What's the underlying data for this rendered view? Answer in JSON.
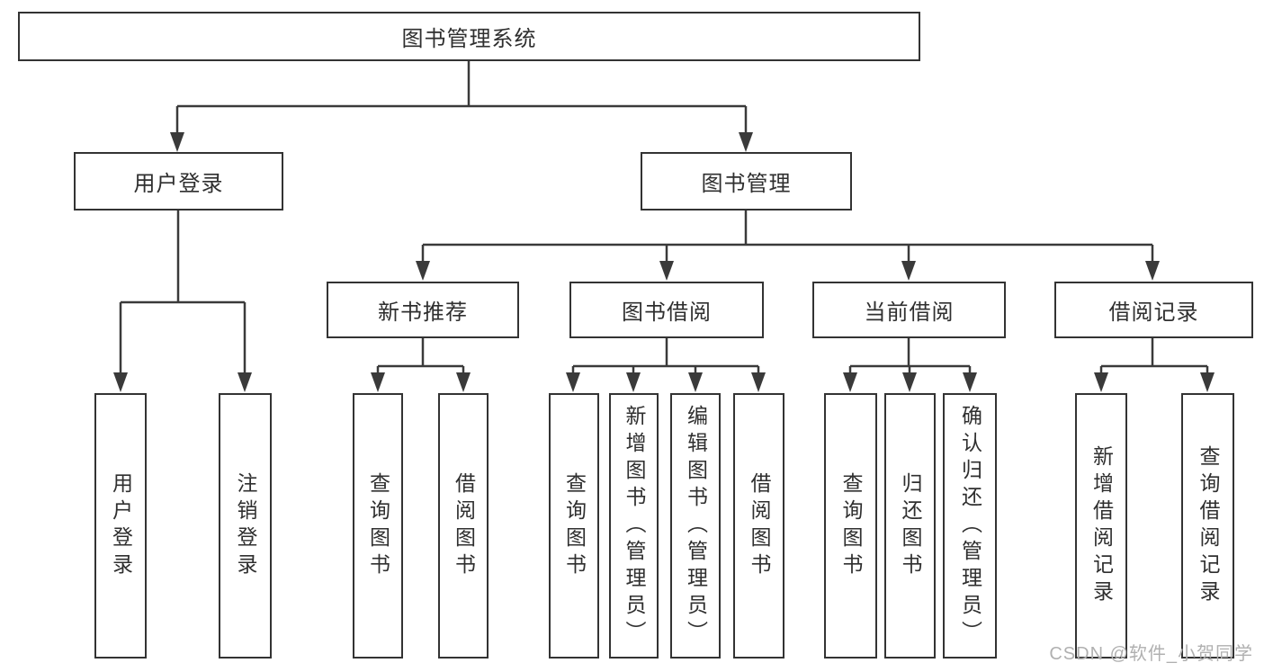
{
  "diagram": {
    "root": {
      "label": "图书管理系统"
    },
    "branches": [
      {
        "label": "用户登录",
        "children": [
          {
            "label": "用户登录"
          },
          {
            "label": "注销登录"
          }
        ]
      },
      {
        "label": "图书管理",
        "children": [
          {
            "label": "新书推荐",
            "children": [
              {
                "label": "查询图书"
              },
              {
                "label": "借阅图书"
              }
            ]
          },
          {
            "label": "图书借阅",
            "children": [
              {
                "label": "查询图书"
              },
              {
                "label": "新增图书（管理员）"
              },
              {
                "label": "编辑图书（管理员）"
              },
              {
                "label": "借阅图书"
              }
            ]
          },
          {
            "label": "当前借阅",
            "children": [
              {
                "label": "查询图书"
              },
              {
                "label": "归还图书"
              },
              {
                "label": "确认归还（管理员）"
              }
            ]
          },
          {
            "label": "借阅记录",
            "children": [
              {
                "label": "新增借阅记录"
              },
              {
                "label": "查询借阅记录"
              }
            ]
          }
        ]
      }
    ]
  },
  "watermark": {
    "text": "CSDN @软件_小贺同学"
  },
  "colors": {
    "line": "#3a3a3a",
    "box_border": "#333333",
    "box_fill": "#ffffff",
    "text": "#2f2f2f",
    "watermark": "#b0b0b0"
  }
}
